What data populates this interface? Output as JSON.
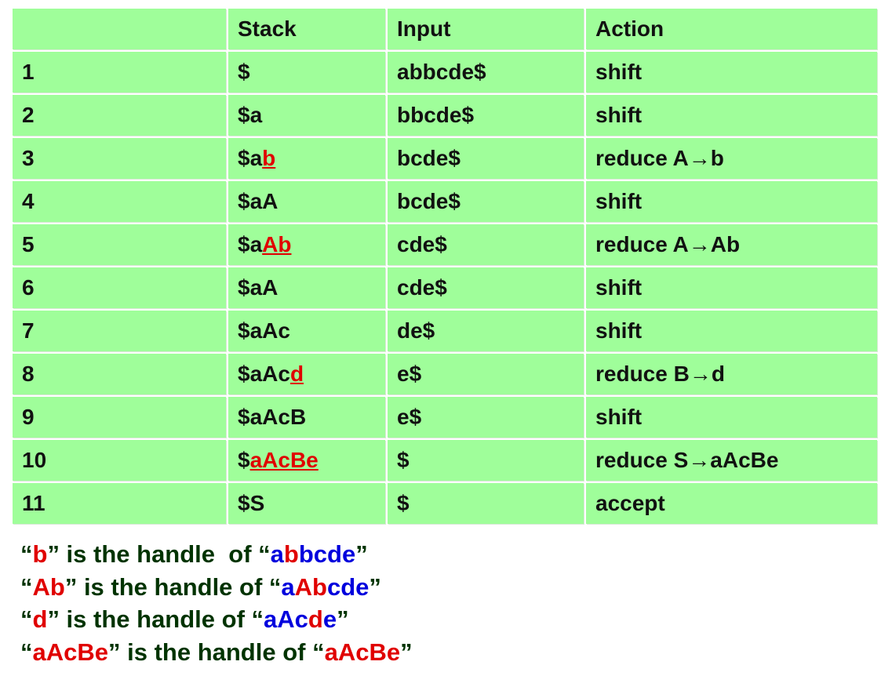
{
  "table": {
    "headers": [
      "",
      "Stack",
      "Input",
      "Action"
    ],
    "rows": [
      {
        "step": "1",
        "stack_pre": "$",
        "stack_handle": "",
        "input": "abbcde$",
        "action": "shift"
      },
      {
        "step": "2",
        "stack_pre": "$a",
        "stack_handle": "",
        "input": "bbcde$",
        "action": "shift"
      },
      {
        "step": "3",
        "stack_pre": "$a",
        "stack_handle": "b",
        "input": "bcde$",
        "action": "reduce A→b"
      },
      {
        "step": "4",
        "stack_pre": "$aA",
        "stack_handle": "",
        "input": "bcde$",
        "action": "shift"
      },
      {
        "step": "5",
        "stack_pre": "$a",
        "stack_handle": "Ab",
        "input": "cde$",
        "action": "reduce A→Ab"
      },
      {
        "step": "6",
        "stack_pre": "$aA",
        "stack_handle": "",
        "input": "cde$",
        "action": "shift"
      },
      {
        "step": "7",
        "stack_pre": "$aAc",
        "stack_handle": "",
        "input": "de$",
        "action": "shift"
      },
      {
        "step": "8",
        "stack_pre": "$aAc",
        "stack_handle": "d",
        "input": "e$",
        "action": "reduce B→d"
      },
      {
        "step": "9",
        "stack_pre": "$aAcB",
        "stack_handle": "",
        "input": "e$",
        "action": "shift"
      },
      {
        "step": "10",
        "stack_pre": "$",
        "stack_handle": "aAcBe",
        "input": "$",
        "action": "reduce S→aAcBe"
      },
      {
        "step": "11",
        "stack_pre": "$S",
        "stack_handle": "",
        "input": "$",
        "action": "accept"
      }
    ]
  },
  "notes": [
    {
      "parts": [
        {
          "text": "“",
          "color": "dark"
        },
        {
          "text": "b",
          "color": "red"
        },
        {
          "text": "” is the handle  of “",
          "color": "dark"
        },
        {
          "text": "a",
          "color": "blue"
        },
        {
          "text": "b",
          "color": "red"
        },
        {
          "text": "bcde",
          "color": "blue"
        },
        {
          "text": "”",
          "color": "dark"
        }
      ]
    },
    {
      "parts": [
        {
          "text": "“",
          "color": "dark"
        },
        {
          "text": "Ab",
          "color": "red"
        },
        {
          "text": "” is the handle of “",
          "color": "dark"
        },
        {
          "text": "a",
          "color": "blue"
        },
        {
          "text": "Ab",
          "color": "red"
        },
        {
          "text": "cde",
          "color": "blue"
        },
        {
          "text": "”",
          "color": "dark"
        }
      ]
    },
    {
      "parts": [
        {
          "text": "“",
          "color": "dark"
        },
        {
          "text": "d",
          "color": "red"
        },
        {
          "text": "” is the handle of “",
          "color": "dark"
        },
        {
          "text": "aAc",
          "color": "blue"
        },
        {
          "text": "d",
          "color": "red"
        },
        {
          "text": "e",
          "color": "blue"
        },
        {
          "text": "”",
          "color": "dark"
        }
      ]
    },
    {
      "parts": [
        {
          "text": "“",
          "color": "dark"
        },
        {
          "text": "aAcBe",
          "color": "red"
        },
        {
          "text": "” is the handle of “",
          "color": "dark"
        },
        {
          "text": "aAcBe",
          "color": "red"
        },
        {
          "text": "”",
          "color": "dark"
        }
      ]
    }
  ],
  "colors": {
    "cell_bg": "#9ffe9a",
    "handle": "#e00000",
    "blue": "#0000dd",
    "note_text": "#003300"
  }
}
